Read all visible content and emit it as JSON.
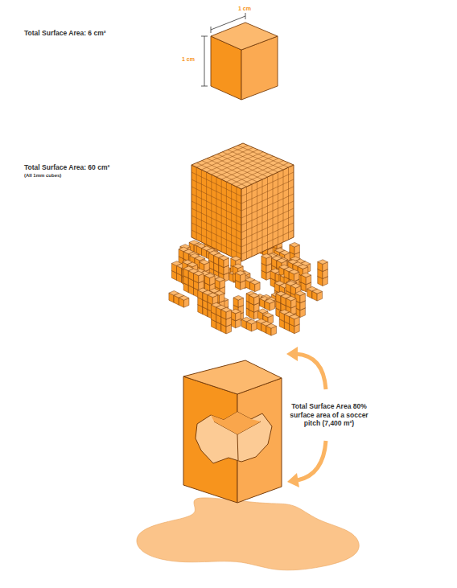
{
  "diagram": {
    "labels": [
      "Total Surface Area: 6 cm²",
      "1 cm",
      "1 cm",
      "Total Surface Area: 60 cm²",
      "(All 1mm cubes)",
      "Total Surface Area 80% surface area of a soccer pitch (7,400 m²)"
    ]
  }
}
